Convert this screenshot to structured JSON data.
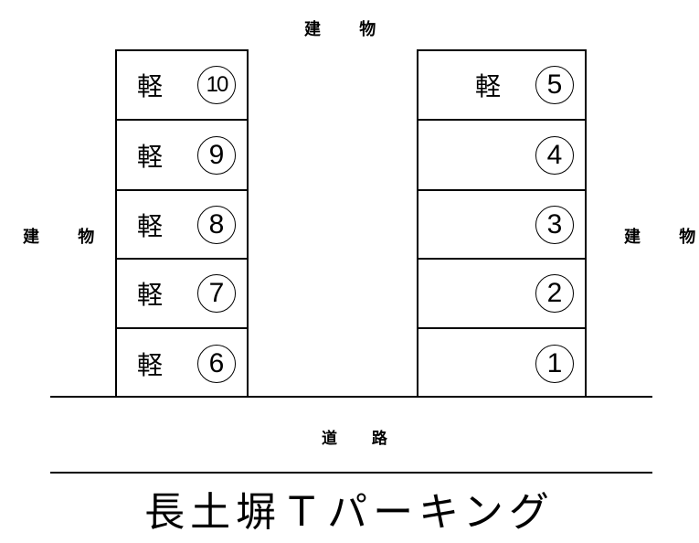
{
  "labels": {
    "building_top": "建 物",
    "building_left": "建 物",
    "building_right": "建 物",
    "road": "道 路"
  },
  "title": "長土塀Ｔパーキング",
  "left_column": {
    "stalls": [
      {
        "type": "軽",
        "number": "10"
      },
      {
        "type": "軽",
        "number": "9"
      },
      {
        "type": "軽",
        "number": "8"
      },
      {
        "type": "軽",
        "number": "7"
      },
      {
        "type": "軽",
        "number": "6"
      }
    ]
  },
  "right_column": {
    "stalls": [
      {
        "type": "軽",
        "number": "5"
      },
      {
        "type": "",
        "number": "4"
      },
      {
        "type": "",
        "number": "3"
      },
      {
        "type": "",
        "number": "2"
      },
      {
        "type": "",
        "number": "1"
      }
    ]
  }
}
